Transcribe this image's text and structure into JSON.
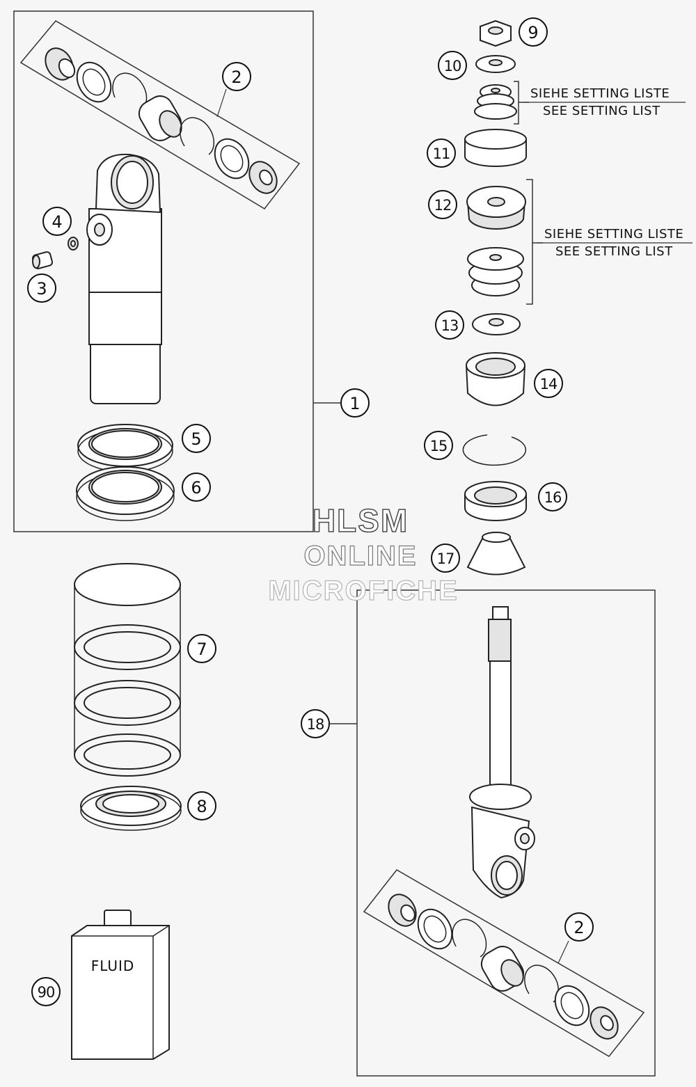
{
  "callouts": [
    {
      "id": "c1",
      "label": "1"
    },
    {
      "id": "c2a",
      "label": "2"
    },
    {
      "id": "c2b",
      "label": "2"
    },
    {
      "id": "c3",
      "label": "3"
    },
    {
      "id": "c4",
      "label": "4"
    },
    {
      "id": "c5",
      "label": "5"
    },
    {
      "id": "c6",
      "label": "6"
    },
    {
      "id": "c7",
      "label": "7"
    },
    {
      "id": "c8",
      "label": "8"
    },
    {
      "id": "c9",
      "label": "9"
    },
    {
      "id": "c10",
      "label": "10"
    },
    {
      "id": "c11",
      "label": "11"
    },
    {
      "id": "c12",
      "label": "12"
    },
    {
      "id": "c13",
      "label": "13"
    },
    {
      "id": "c14",
      "label": "14"
    },
    {
      "id": "c15",
      "label": "15"
    },
    {
      "id": "c16",
      "label": "16"
    },
    {
      "id": "c17",
      "label": "17"
    },
    {
      "id": "c18",
      "label": "18"
    },
    {
      "id": "c90",
      "label": "90"
    }
  ],
  "notes": {
    "upper": {
      "de": "SIEHE SETTING LISTE",
      "en": "SEE SETTING LIST"
    },
    "lower": {
      "de": "SIEHE SETTING LISTE",
      "en": "SEE SETTING LIST"
    }
  },
  "bottle_label": "FLUID",
  "watermark": {
    "line1": "HLSM",
    "line2": "ONLINE",
    "line3": "MICROFICHE"
  },
  "colors": {
    "background": "#f6f6f6",
    "line": "#222222"
  }
}
